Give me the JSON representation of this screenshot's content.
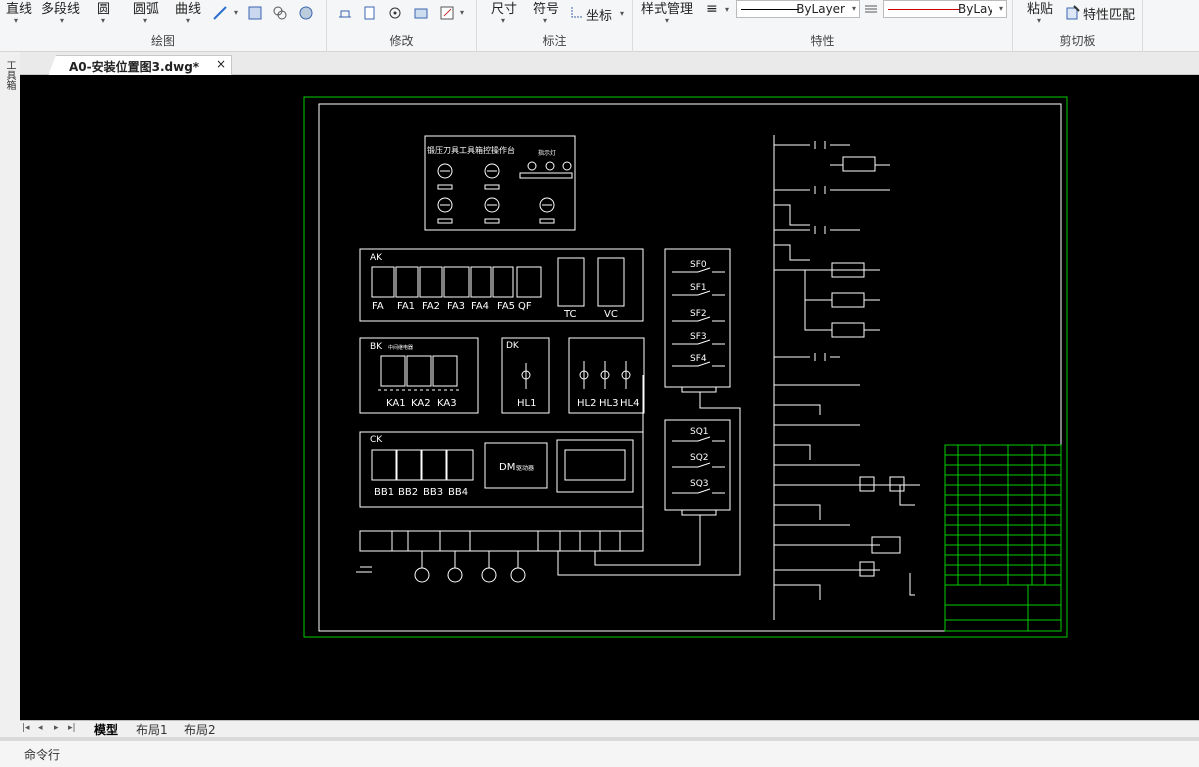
{
  "ribbon": {
    "draw": {
      "title": "绘图",
      "items": [
        "直线",
        "多段线",
        "圆",
        "圆弧",
        "曲线"
      ]
    },
    "modify": {
      "title": "修改"
    },
    "annotate": {
      "title": "标注",
      "items": [
        "尺寸",
        "符号",
        "坐标"
      ]
    },
    "properties": {
      "title": "特性",
      "style_manager": "样式管理",
      "linetype_value": "ByLayer",
      "color_value": "ByLayer",
      "linetype_line_color": "#000000",
      "color_line_color": "#d00000"
    },
    "clipboard": {
      "title": "剪切板",
      "paste": "粘贴",
      "match_properties": "特性匹配"
    }
  },
  "left_strip": {
    "text": "工具箱"
  },
  "document_tab": {
    "name": "A0-安装位置图3.dwg*",
    "close": "×"
  },
  "layout_tabs": [
    "模型",
    "布局1",
    "布局2"
  ],
  "command_line": {
    "label": "命令行"
  },
  "drawing": {
    "colors": {
      "background": "#000000",
      "frame": "#00cc00",
      "lines": "#ffffff"
    },
    "operation_panel": {
      "title": "锻压刀具工具箱控操作台",
      "subtitle": "指示灯"
    },
    "AK": {
      "label": "AK",
      "components": [
        "FA",
        "FA1",
        "FA2",
        "FA3",
        "FA4",
        "FA5",
        "QF"
      ],
      "tc": "TC",
      "vc": "VC"
    },
    "BK": {
      "label": "BK",
      "sub": "中间继电器",
      "relays": [
        "KA1",
        "KA2",
        "KA3"
      ]
    },
    "DK": {
      "label": "DK",
      "lamp": "HL1"
    },
    "lamps": [
      "HL2",
      "HL3",
      "HL4"
    ],
    "CK": {
      "label": "CK",
      "breakers": [
        "BB1",
        "BB2",
        "BB3",
        "BB4"
      ],
      "dm": "DM",
      "dm_sub": "驱动器"
    },
    "switches_top": [
      "SF0",
      "SF1",
      "SF2",
      "SF3",
      "SF4"
    ],
    "switches_bottom": [
      "SQ1",
      "SQ2",
      "SQ3"
    ]
  }
}
